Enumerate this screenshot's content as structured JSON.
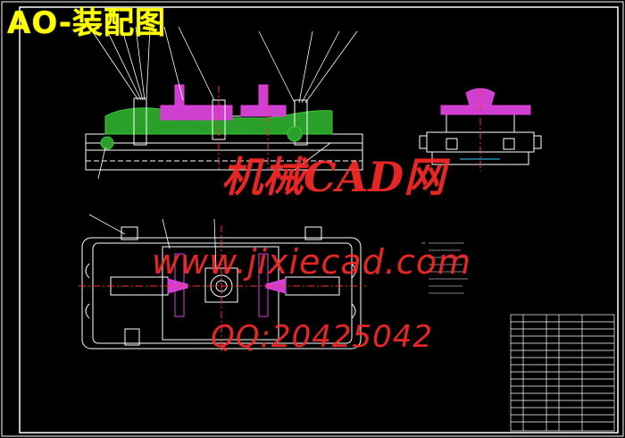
{
  "drawing": {
    "title": "AO-装配图",
    "watermark_line1": "机械CAD网",
    "watermark_line2": "www.jixiecad.com",
    "watermark_line3": "QQ:20425042"
  },
  "colors": {
    "background": "#000000",
    "frame": "#ffffff",
    "title_text": "#ffff00",
    "watermark": "#ff2a2a",
    "part_magenta": "#e040e0",
    "part_green": "#3cc83c",
    "centerline": "#ff3030",
    "leader": "#ffffff",
    "accent_cyan": "#30d0ff"
  }
}
